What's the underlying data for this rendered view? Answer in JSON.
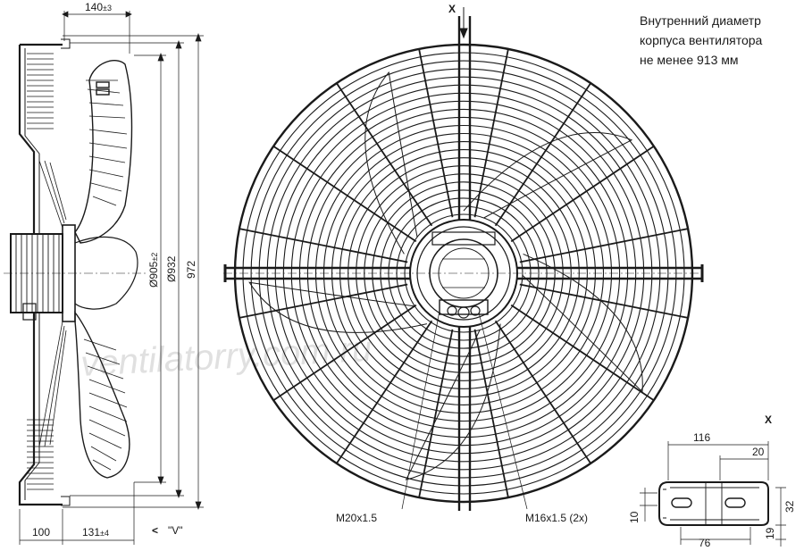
{
  "note": {
    "line1": "Внутренний диаметр",
    "line2": "корпуса вентилятора",
    "line3": "не менее 913 мм"
  },
  "watermark": "ventilatorry.com.ru",
  "side_view": {
    "dim_top": "140",
    "dim_top_tol": "±3",
    "dim_bottom_left": "100",
    "dim_bottom_mid": "131",
    "dim_bottom_mid_tol": "±4",
    "dim_d_inner": "Ø905",
    "dim_d_inner_tol": "±2",
    "dim_d_guard": "Ø932",
    "dim_height": "972",
    "view_arrow": "<",
    "view_label": "\"V\""
  },
  "front_view": {
    "axis_label": "X",
    "label_m20": "M20x1.5",
    "label_m16": "M16x1.5 (2x)"
  },
  "detail_x": {
    "title": "X",
    "dim_116": "116",
    "dim_20": "20",
    "dim_10": "10",
    "dim_76": "76",
    "dim_32": "32",
    "dim_19": "19"
  }
}
